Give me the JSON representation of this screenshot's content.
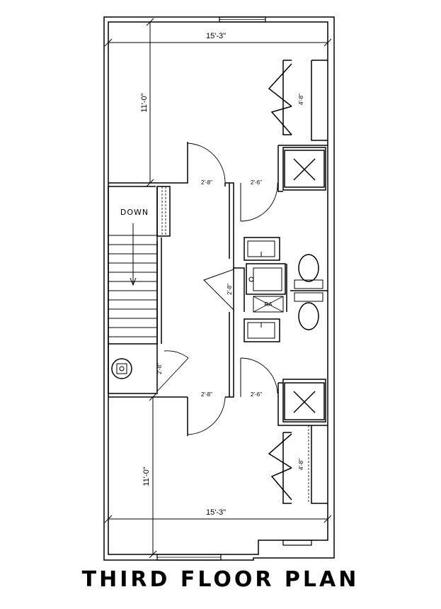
{
  "title": "THIRD FLOOR PLAN",
  "labels": {
    "down": "DOWN",
    "ra": "RA"
  },
  "dimensions": {
    "top_width": "15'-3\"",
    "top_depth": "11'-0\"",
    "bottom_width": "15'-3\"",
    "bottom_depth": "11'-0\"",
    "closet_top": "4'-8\"",
    "closet_bottom": "4'-8\"",
    "door_top_left": "2'-8\"",
    "door_top_right": "2'-6\"",
    "door_bottom_left": "2'-8\"",
    "door_bottom_right": "2'-6\"",
    "door_center": "2'-8\"",
    "door_utility": "2'-8\""
  },
  "colors": {
    "line": "#000000",
    "background": "#ffffff"
  }
}
